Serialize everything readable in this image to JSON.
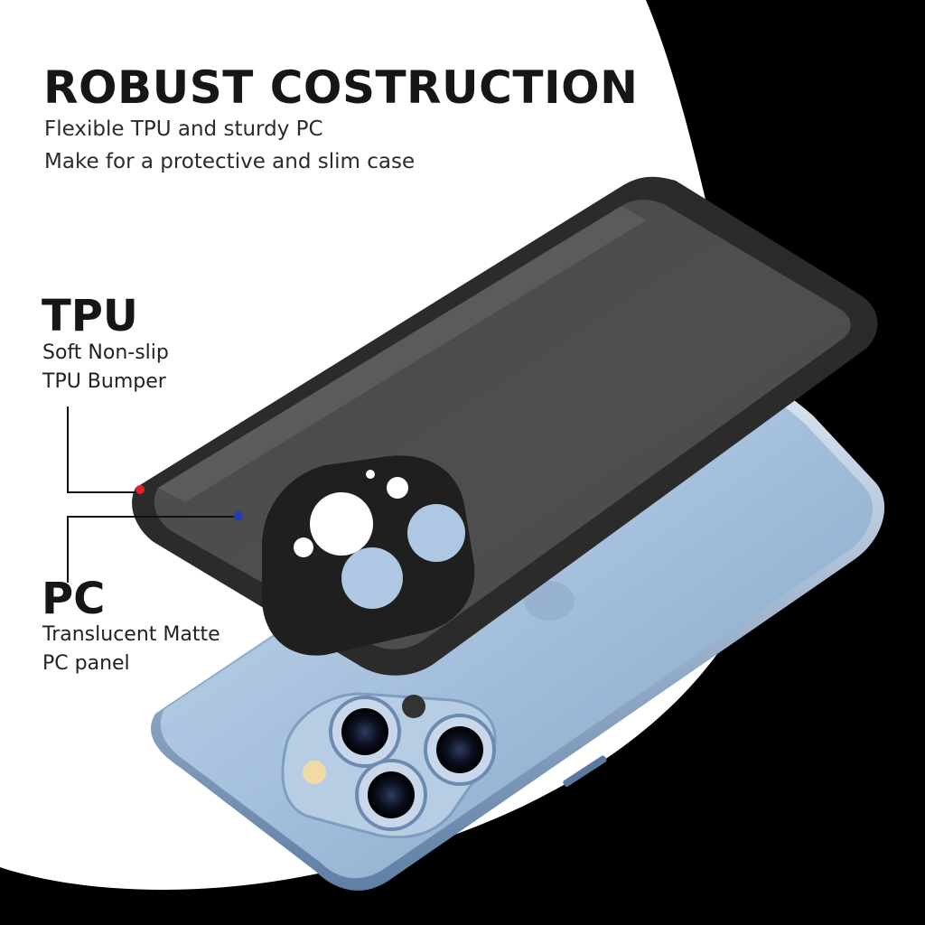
{
  "headline": "ROBUST COSTRUCTION",
  "subtitle_lines": [
    "Flexible TPU and sturdy PC",
    "Make for a protective and slim case"
  ],
  "callouts": [
    {
      "title": "TPU",
      "lines": [
        "Soft Non-slip",
        "TPU Bumper"
      ],
      "dot_color": "#e0232b"
    },
    {
      "title": "PC",
      "lines": [
        "Translucent Matte",
        "PC panel"
      ],
      "dot_color": "#1f3fb5"
    }
  ],
  "colors": {
    "background": "#000000",
    "panel": "#ffffff",
    "phone_body": "#a9c4e0",
    "case_bumper": "#2e2e2e"
  }
}
